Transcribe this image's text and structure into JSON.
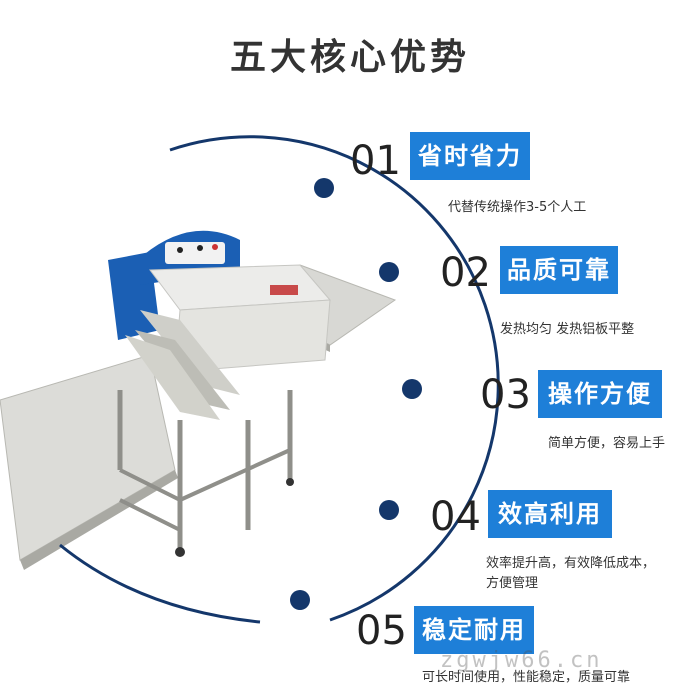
{
  "title": "五大核心优势",
  "accent_color": "#1e7fd8",
  "arc_color": "#14376b",
  "features": [
    {
      "num": "01",
      "title": "省时省力",
      "desc": "代替传统操作3-5个人工"
    },
    {
      "num": "02",
      "title": "品质可靠",
      "desc": "发热均匀  发热铝板平整"
    },
    {
      "num": "03",
      "title": "操作方便",
      "desc": "简单方便，容易上手"
    },
    {
      "num": "04",
      "title": "效高利用",
      "desc_lines": [
        "效率提升高，有效降低成本，",
        "方便管理"
      ]
    },
    {
      "num": "05",
      "title": "稳定耐用",
      "desc": "可长时间使用，性能稳定，质量可靠"
    }
  ],
  "watermark": "zgwjw66.cn"
}
